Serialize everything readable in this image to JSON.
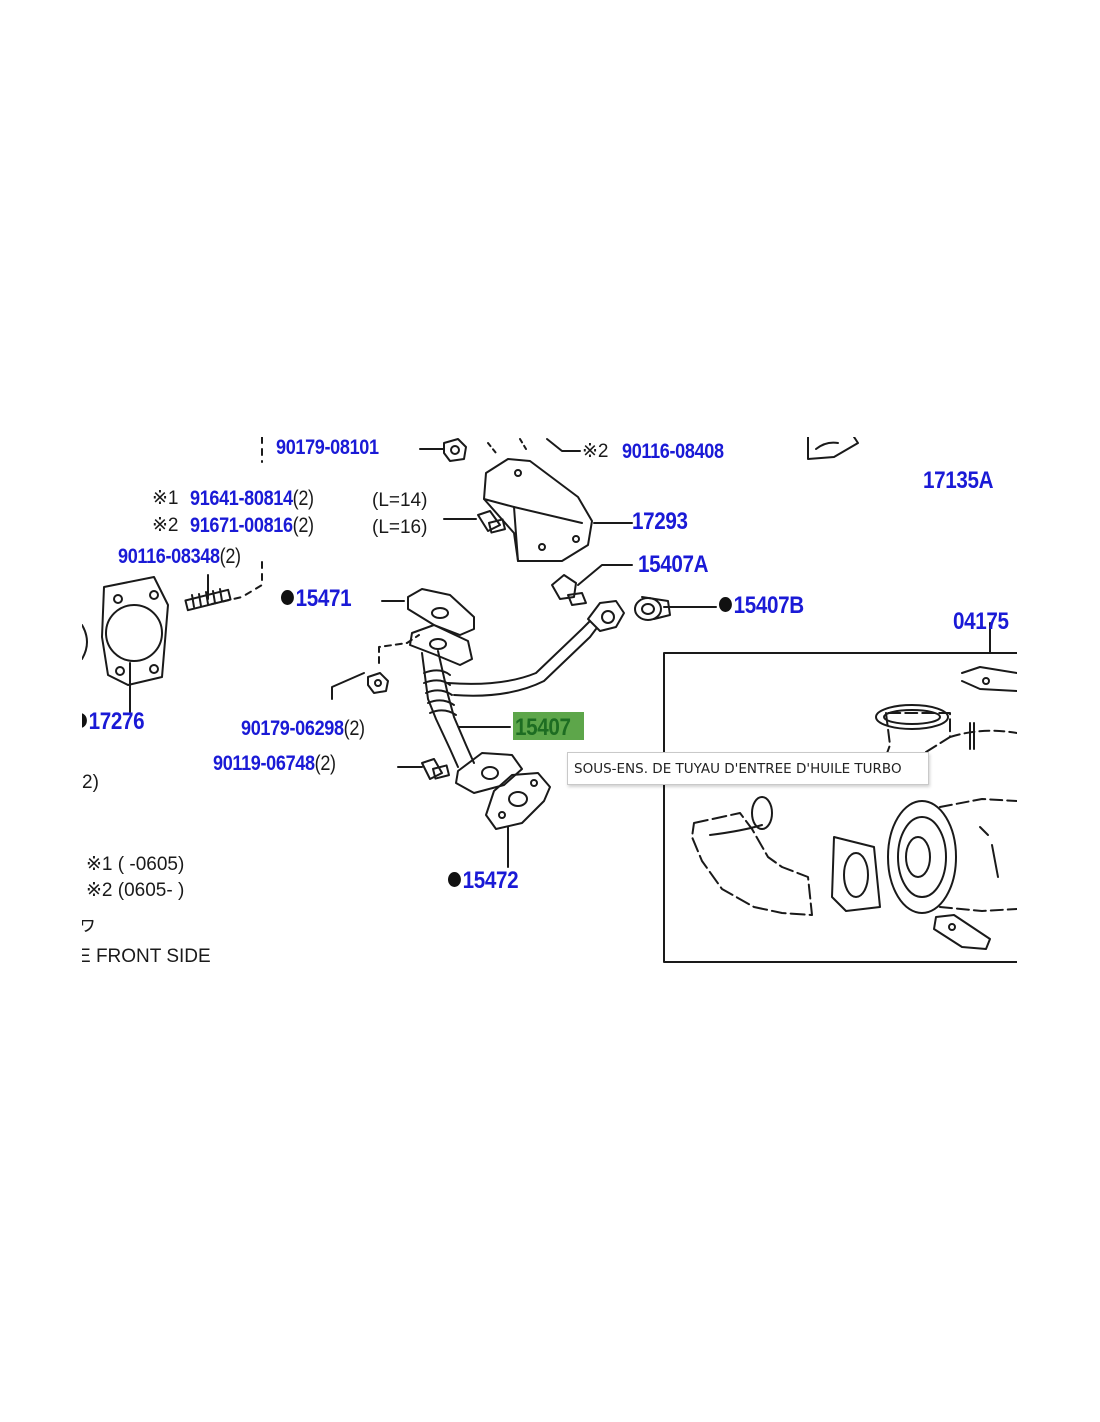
{
  "parts": {
    "p_90179_08101": "90179-08101",
    "p_90116_08408": "90116-08408",
    "note_ref_2": "※2",
    "p_17135A": "17135A",
    "note_ref_1": "※1",
    "p_91641_80814": "91641-80814",
    "p_91671_00816": "91671-00816",
    "qty_2": "(2)",
    "len_14": "(L=14)",
    "len_16": "(L=16)",
    "p_90116_08348": "90116-08348",
    "p_17293": "17293",
    "p_15407A": "15407A",
    "p_15471": "15471",
    "p_15407B": "15407B",
    "p_04175": "04175",
    "p_17276": "17276",
    "p_90179_06298": "90179-06298",
    "p_15407": "15407",
    "p_90119_06748": "90119-06748",
    "p_15472": "15472",
    "left_cut_qty": "2)"
  },
  "notes": {
    "range_1": "※1 (        -0605)",
    "range_2": "※2 (0605-        )",
    "cut_char": "ヮ",
    "front_side": "E FRONT SIDE"
  },
  "tooltip": "SOUS-ENS. DE TUYAU D'ENTREE D'HUILE TURBO",
  "colors": {
    "part_link": "#1a1ad6",
    "highlight": "#5da64a",
    "line": "#1a1a1a"
  }
}
